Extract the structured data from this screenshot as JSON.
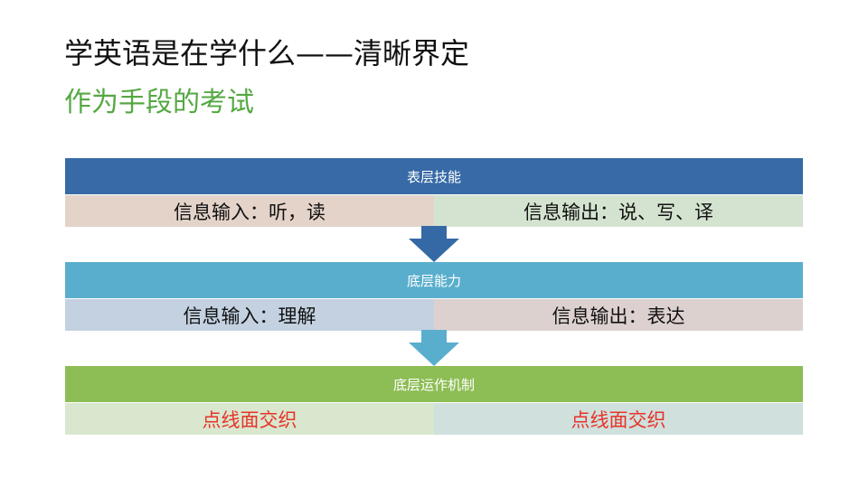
{
  "slide": {
    "title": "学英语是在学什么——清晰界定",
    "subtitle": "作为手段的考试"
  },
  "tiers": [
    {
      "header": "表层技能",
      "header_color": "#376aa6",
      "cells": [
        {
          "text": "信息输入：听，读",
          "bg": "#e3d3c9",
          "color": "#111111"
        },
        {
          "text": "信息输出：说、写、译",
          "bg": "#d4e3d0",
          "color": "#111111"
        }
      ]
    },
    {
      "header": "底层能力",
      "header_color": "#5aaecd",
      "cells": [
        {
          "text": "信息输入：理解",
          "bg": "#c3d1e1",
          "color": "#111111"
        },
        {
          "text": "信息输出：表达",
          "bg": "#dcd1cf",
          "color": "#111111"
        }
      ]
    },
    {
      "header": "底层运作机制",
      "header_color": "#8dbd55",
      "cells": [
        {
          "text": "点线面交织",
          "bg": "#d9e7ce",
          "color": "#e8332a"
        },
        {
          "text": "点线面交织",
          "bg": "#cfe0dd",
          "color": "#e8332a"
        }
      ]
    }
  ],
  "arrows": [
    {
      "color": "#3469a5",
      "icon": "down-arrow-icon"
    },
    {
      "color": "#5aaecd",
      "icon": "down-arrow-icon"
    }
  ]
}
